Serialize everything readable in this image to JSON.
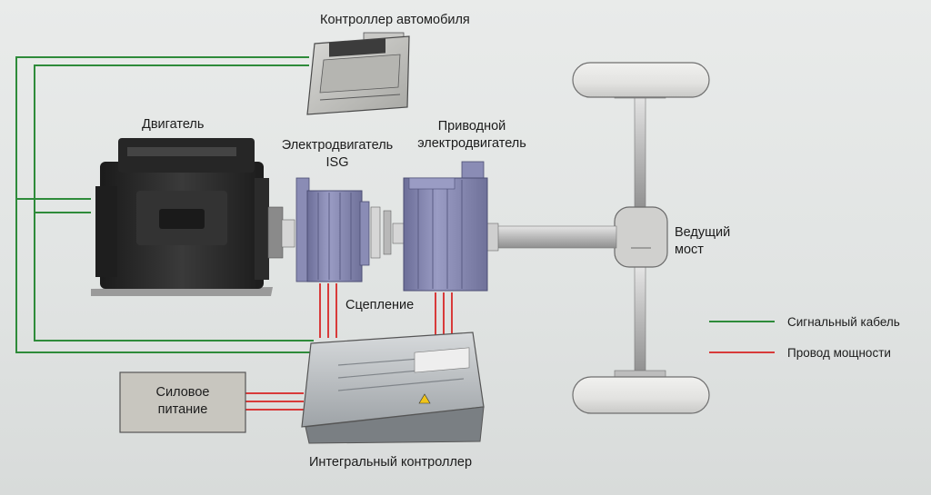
{
  "labels": {
    "vehicle_controller": "Контроллер автомобиля",
    "engine": "Двигатель",
    "isg_line1": "Электродвигатель",
    "isg_line2": "ISG",
    "drive_motor_line1": "Приводной",
    "drive_motor_line2": "электродвигатель",
    "drive_axle_line1": "Ведущий",
    "drive_axle_line2": "мост",
    "clutch": "Сцепление",
    "power_supply_line1": "Силовое",
    "power_supply_line2": "питание",
    "integrated_controller": "Интегральный контроллер"
  },
  "legend": {
    "signal": {
      "label": "Сигнальный кабель",
      "color": "#2e8b3a"
    },
    "power": {
      "label": "Провод мощности",
      "color": "#d83a3a"
    }
  },
  "colors": {
    "signal_line": "#2e8b3a",
    "power_line": "#d83a3a",
    "motor_body": "#7e80a8",
    "engine_body": "#2a2a2a",
    "controller_body": "#b7bcc0",
    "tire": "#e4e4e2",
    "shaft": "#c8c8c8"
  }
}
